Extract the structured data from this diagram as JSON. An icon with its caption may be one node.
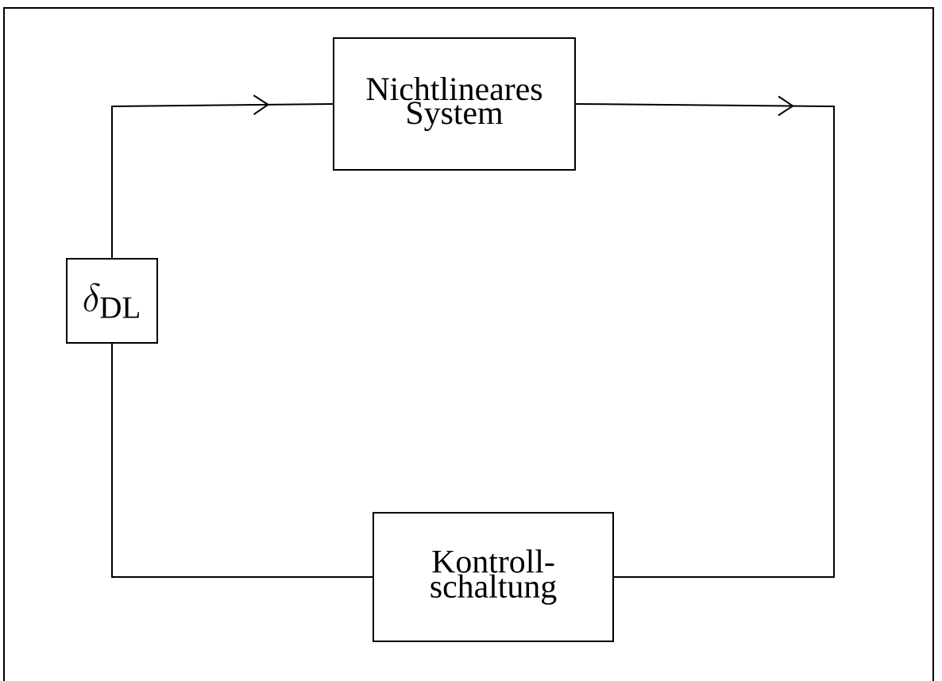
{
  "diagram": {
    "nodes": [
      {
        "text": [
          "Nichtlineares System"
        ]
      },
      {
        "text": [
          "\\delta_{\\mathrm{DL}}"
        ]
      },
      {
        "text": [
          "Kontroll- schaltung"
        ]
      }
    ],
    "edges": [
      {
        "from": 1,
        "to": 0,
        "arrow": "to"
      },
      {
        "from": 0,
        "to": 2,
        "arrow": "to"
      },
      {
        "from": 2,
        "to": 1,
        "arrow": "none"
      }
    ]
  }
}
